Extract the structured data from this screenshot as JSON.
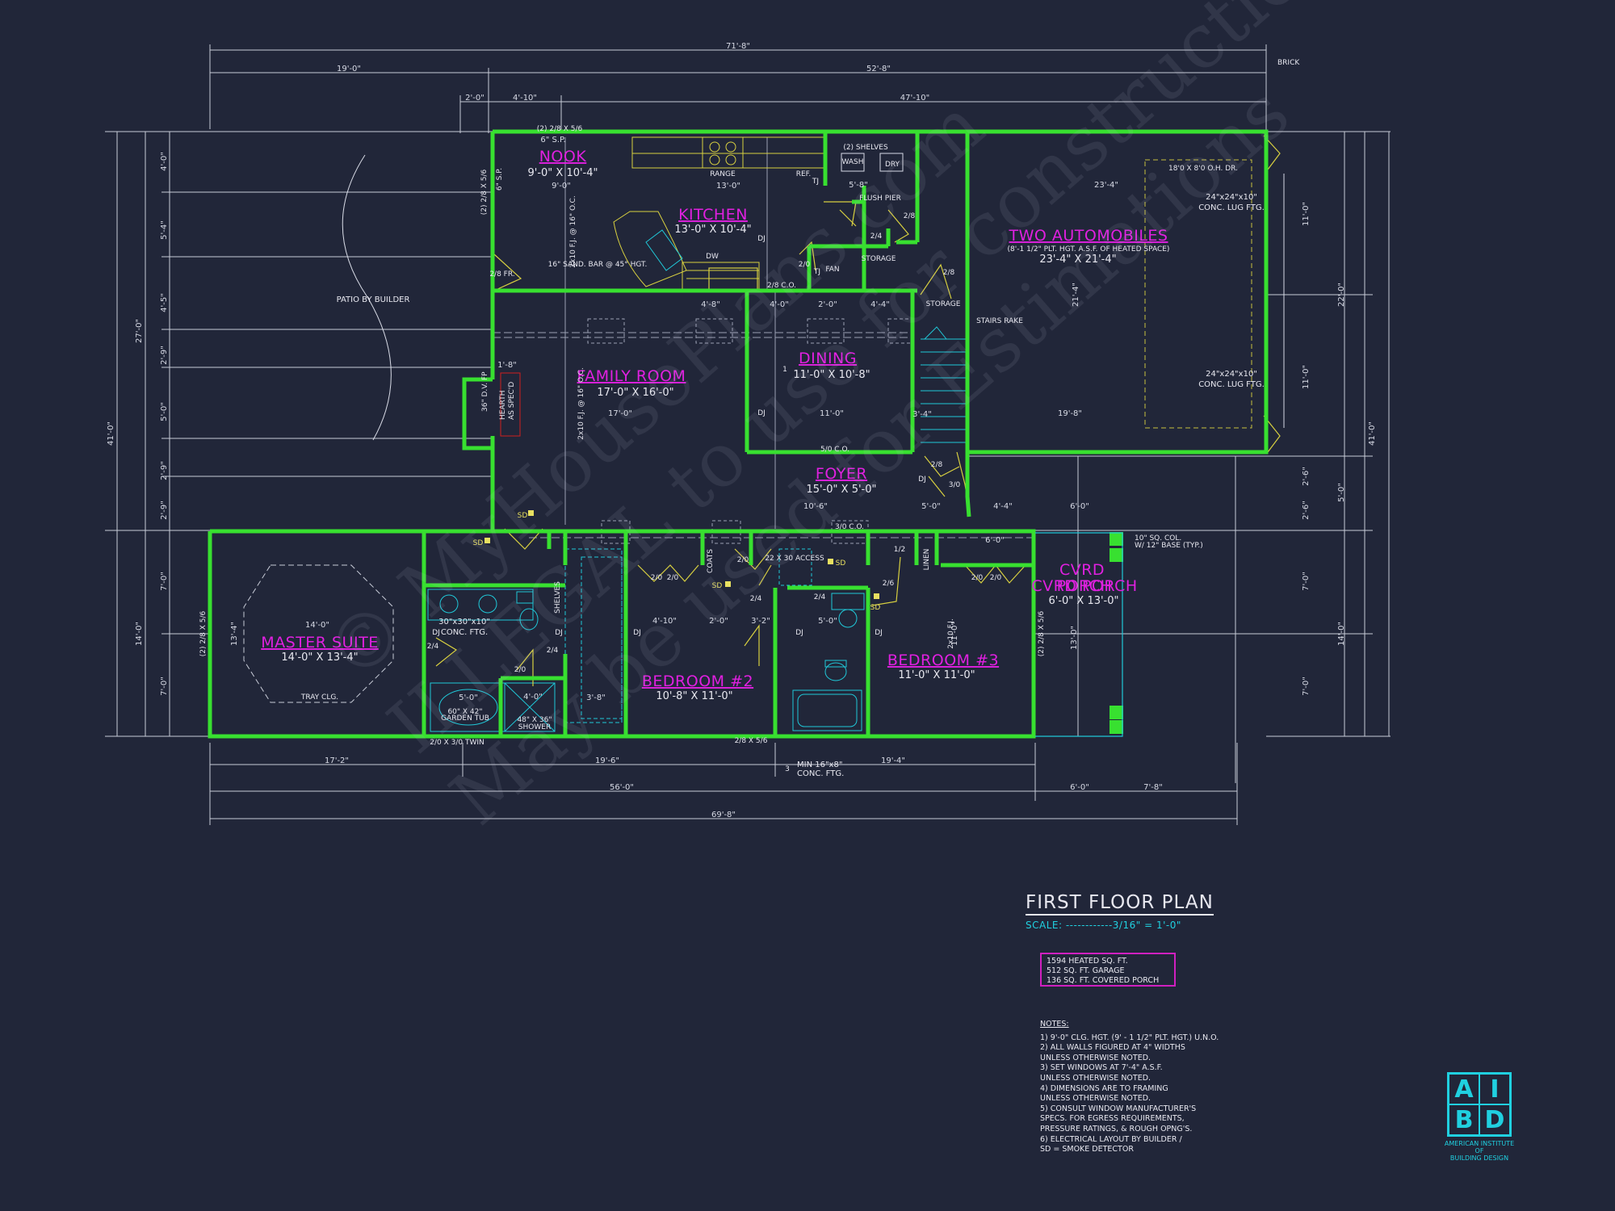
{
  "plan": {
    "title": "FIRST FLOOR PLAN",
    "scale": "SCALE: ------------3/16\" = 1'-0\""
  },
  "areas": [
    "1594 HEATED SQ. FT.",
    "512 SQ. FT. GARAGE",
    "136 SQ. FT. COVERED PORCH"
  ],
  "notes": {
    "heading": "NOTES:",
    "items": [
      "1)  9'-0\" CLG. HGT. (9' - 1 1/2\" PLT. HGT.) U.N.O.",
      "2)  ALL WALLS FIGURED AT 4\" WIDTHS",
      "      UNLESS OTHERWISE NOTED.",
      "3)  SET WINDOWS AT 7'-4\" A.S.F.",
      "      UNLESS OTHERWISE NOTED.",
      "4)  DIMENSIONS ARE TO FRAMING",
      "      UNLESS OTHERWISE NOTED.",
      "5)  CONSULT WINDOW MANUFACTURER'S",
      "      SPECS. FOR EGRESS REQUIREMENTS,",
      "      PRESSURE RATINGS, & ROUGH OPNG'S.",
      "6)  ELECTRICAL LAYOUT BY BUILDER /",
      "      SD = SMOKE DETECTOR"
    ]
  },
  "logo": {
    "letters": [
      "A",
      "I",
      "B",
      "D"
    ],
    "line1": "AMERICAN INSTITUTE",
    "line2": "OF",
    "line3": "BUILDING DESIGN"
  },
  "watermark": {
    "line1": "© MyHousePlans.com",
    "line2": "ILLEGAL to use for construction",
    "line3": "May be used for Estimations"
  },
  "rooms": [
    {
      "id": "nook",
      "name": "NOOK",
      "size": "9'-0\" X 10'-4\""
    },
    {
      "id": "kitchen",
      "name": "KITCHEN",
      "size": "13'-0\" X 10'-4\""
    },
    {
      "id": "garage",
      "name": "TWO AUTOMOBILES",
      "sub": "(8'-1 1/2\" PLT. HGT. A.S.F. OF HEATED SPACE)",
      "size": "23'-4\" X 21'-4\""
    },
    {
      "id": "family",
      "name": "FAMILY ROOM",
      "size": "17'-0\" X 16'-0\""
    },
    {
      "id": "dining",
      "name": "DINING",
      "size": "11'-0\" X 10'-8\""
    },
    {
      "id": "foyer",
      "name": "FOYER",
      "size": "15'-0\" X 5'-0\""
    },
    {
      "id": "master",
      "name": "MASTER SUITE",
      "size": "14'-0\" X 13'-4\""
    },
    {
      "id": "bed2",
      "name": "BEDROOM #2",
      "size": "10'-8\" X 11'-0\""
    },
    {
      "id": "bed3",
      "name": "BEDROOM #3",
      "size": "11'-0\" X 11'-0\""
    },
    {
      "id": "porch",
      "name": "CVRD PORCH",
      "size": "6'-0\" X 13'-0\""
    }
  ],
  "labels": {
    "patio": "PATIO BY BUILDER",
    "range": "RANGE",
    "ref": "REF.",
    "dw": "DW",
    "shelves": "(2) SHELVES",
    "wash": "WASH",
    "dry": "DRY",
    "flush_pier": "FLUSH PIER",
    "storage1": "STORAGE",
    "storage2": "STORAGE",
    "stairs": "STAIRS RAKE",
    "bar": "16\" SAND. BAR @ 45° HGT.",
    "garage_door": "18'0 X 8'0 O.H. DR.",
    "ftg1": "24\"x24\"x10\"",
    "ftg1b": "CONC. LUG FTG.",
    "ftg2": "24\"x24\"x10\"",
    "ftg2b": "CONC. LUG FTG.",
    "ftg3": "30\"x30\"x10\"",
    "ftg3b": "CONC. FTG.",
    "tub": "60\" X 42\"",
    "tub2": "GARDEN TUB",
    "shower": "48\" X 36\"",
    "shower2": "SHOWER",
    "tray": "TRAY CLG.",
    "access": "22 X 30 ACCESS",
    "col": "10\" SQ. COL.",
    "col2": "W/ 12\" BASE (TYP.)",
    "conc": "MIN 16\"x8\"",
    "conc2": "CONC. FTG.",
    "brick": "BRICK",
    "fp": "36\" D.V. FP",
    "fp2": "HEARTH",
    "fp3": "AS SPEC'D"
  },
  "dims": {
    "top_total": "71'-8\"",
    "top_left": "19'-0\"",
    "top_right": "52'-8\"",
    "top2_a": "2'-0\"",
    "top2_b": "4'-10\"",
    "top2_c": "47'-10\"",
    "bottom_a": "17'-2\"",
    "bottom_b": "19'-6\"",
    "bottom_c": "19'-4\"",
    "bottom_d": "56'-0\"",
    "bottom_e": "6'-0\"",
    "bottom_f": "7'-8\"",
    "bottom_total": "69'-8\"",
    "left_total": "41'-0\"",
    "left_a": "27'-0\"",
    "left_b": "14'-0\"",
    "left_1": "4'-0\"",
    "left_2": "5'-4\"",
    "left_3": "4'-5\"",
    "left_4": "2'-9\"",
    "left_5": "5'-0\"",
    "left_6": "2'-9\"",
    "left_7": "2'-9\"",
    "left_8": "7'-0\"",
    "left_9": "7'-0\"",
    "right_total": "41'-0\"",
    "right_a": "22'-0\"",
    "right_b": "5'-0\"",
    "right_c": "14'-0\"",
    "right_1": "11'-0\"",
    "right_2": "11'-0\"",
    "right_3": "2'-6\"",
    "right_4": "2'-6\"",
    "right_5": "7'-0\"",
    "right_6": "7'-0\"",
    "garage_w": "23'-4\"",
    "garage_w2": "19'-8\"",
    "garage_h": "21'-4\"",
    "kit_w": "13'-0\"",
    "nook_w": "9'-0\"",
    "fam_w": "17'-0\"",
    "din_w": "11'-0\"",
    "foy_w": "10'-6\"",
    "foy_w2": "5'-0\"",
    "mst_w": "14'-0\"",
    "mst_h": "13'-4\"",
    "b2_w": "4'-10\"",
    "b2_w2": "2'-0\"",
    "b2_w3": "3'-2\"",
    "b3_h": "11'-0\"",
    "pr_w": "6'-0\"",
    "pr_h": "13'-0\"",
    "d_44": "4'-4\"",
    "d_60": "6'-0\"",
    "d_48": "4'-8\"",
    "d_40": "4'-0\"",
    "d_20": "2'-0\"",
    "d_44b": "4'-4\"",
    "d_58": "5'-8\"",
    "d_18": "1'-8\"",
    "d_50": "5'-0\"",
    "d_50b": "5'-0\"",
    "d_40b": "4'-0\"",
    "d_38": "3'-8\"",
    "d_34": "3'-4\"",
    "d_6sp": "6\" S.P."
  },
  "codes": {
    "dj": "DJ",
    "tj": "TJ",
    "sd": "SD",
    "d28": "2/8",
    "d24": "2/4",
    "d20": "2/0",
    "d26": "2/6",
    "d30": "3/0",
    "d28f": "2/8 FR.",
    "d28co": "2/8 C.O.",
    "d50co": "5/0 C.O.",
    "d30co": "3/0 C.O.",
    "coats": "COATS",
    "linen": "LINEN",
    "shelves": "SHELVES",
    "fan": "FAN",
    "h1": "1",
    "h3": "3",
    "hdr1": "(2) 2/8 X 5/6",
    "hdr2": "(2) 2/8 X 5/6",
    "hdr3": "(2) 2/8 X 5/6",
    "hdr4": "2/8 X 5/6",
    "hdr5": "2/0 X 3/0 TWIN",
    "hdr6": "(2) 2/8 X 5/6",
    "hdr7": "6\" S.P.",
    "fj1": "2x10 F.J. @ 16\" O.C.",
    "fj2": "2x10 F.J. @ 16\" O.C.",
    "fj3": "2x10 F.J.",
    "half": "1/2"
  }
}
